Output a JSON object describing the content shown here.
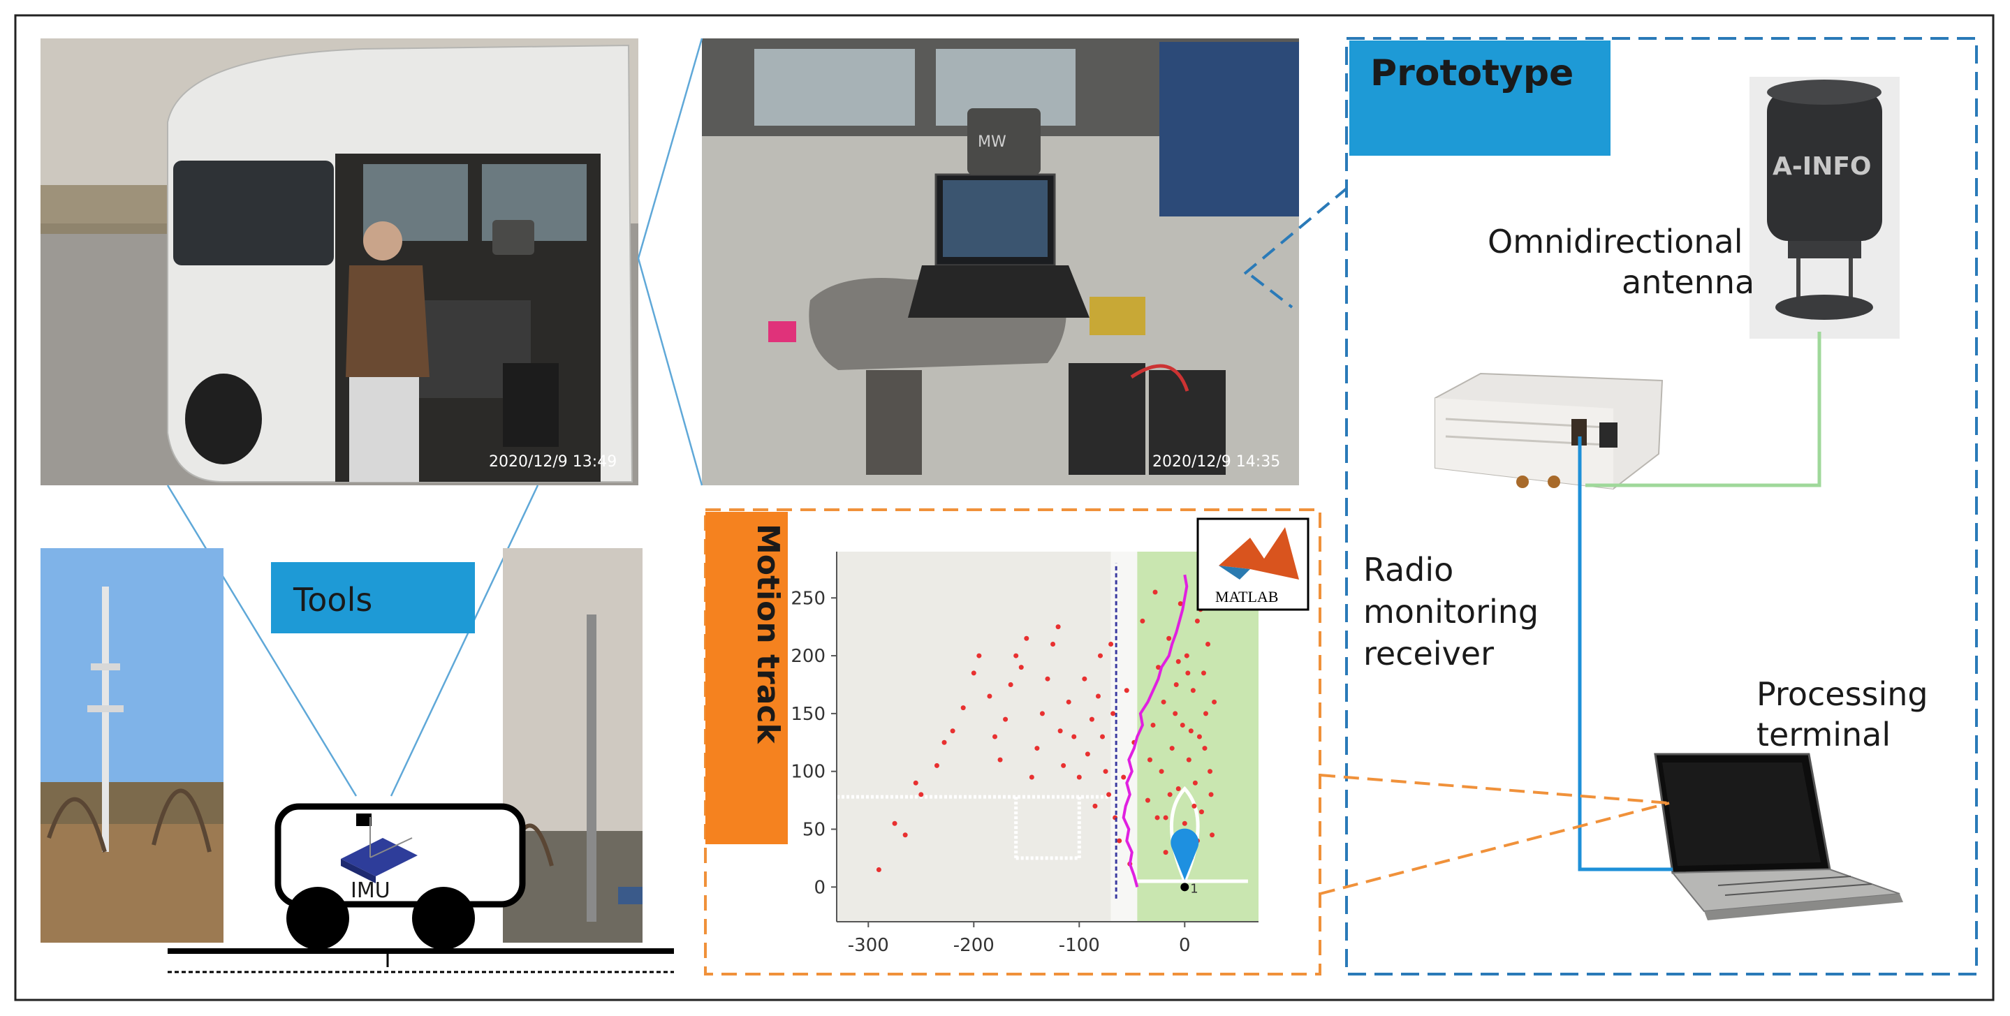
{
  "labels": {
    "prototype": "Prototype",
    "tools": "Tools",
    "motion_track": "Motion track",
    "antenna_line1": "Omnidirectional",
    "antenna_line2": "antenna",
    "receiver_line1": "Radio",
    "receiver_line2": "monitoring",
    "receiver_line3": "receiver",
    "terminal_line1": "Processing",
    "terminal_line2": "terminal",
    "imu": "IMU",
    "matlab": "MATLAB",
    "antenna_brand": "A-INFO",
    "antenna_brand_inside": "MW",
    "photo1_timestamp": "2020/12/9  13:49",
    "photo2_timestamp": "2020/12/9  14:35",
    "start_marker": "1"
  },
  "colors": {
    "prototype_fill": "#1e9ad6",
    "tools_fill": "#1e9ad6",
    "motion_fill": "#f5821f",
    "prototype_border": "#2a7ab8",
    "motion_border": "#f0913a",
    "connector_blue": "#1e90d8",
    "connector_green": "#9fd89a",
    "track_magenta": "#e020e0",
    "points_red": "#e83030",
    "reference_line": "#3a3aa0",
    "map_green": "#c9e6b0",
    "map_grey": "#ecebe6",
    "position_marker": "#1e90e0"
  },
  "chart_data": {
    "type": "scatter",
    "title": "",
    "xlabel": "",
    "ylabel": "",
    "xlim": [
      -330,
      70
    ],
    "ylim": [
      -30,
      290
    ],
    "xticks": [
      -300,
      -200,
      -100,
      0
    ],
    "yticks": [
      0,
      50,
      100,
      150,
      200,
      250
    ],
    "grid": false,
    "legend": "none",
    "series": [
      {
        "kind": "points",
        "values": [
          [
            -290,
            15
          ],
          [
            -275,
            55
          ],
          [
            -265,
            45
          ],
          [
            -255,
            90
          ],
          [
            -250,
            80
          ],
          [
            -235,
            105
          ],
          [
            -228,
            125
          ],
          [
            -220,
            135
          ],
          [
            -210,
            155
          ],
          [
            -200,
            185
          ],
          [
            -195,
            200
          ],
          [
            -185,
            165
          ],
          [
            -180,
            130
          ],
          [
            -175,
            110
          ],
          [
            -170,
            145
          ],
          [
            -165,
            175
          ],
          [
            -160,
            200
          ],
          [
            -155,
            190
          ],
          [
            -150,
            215
          ],
          [
            -145,
            95
          ],
          [
            -140,
            120
          ],
          [
            -135,
            150
          ],
          [
            -130,
            180
          ],
          [
            -125,
            210
          ],
          [
            -120,
            225
          ],
          [
            -118,
            135
          ],
          [
            -115,
            105
          ],
          [
            -110,
            160
          ],
          [
            -105,
            130
          ],
          [
            -100,
            95
          ],
          [
            -95,
            180
          ],
          [
            -92,
            115
          ],
          [
            -88,
            145
          ],
          [
            -85,
            70
          ],
          [
            -82,
            165
          ],
          [
            -80,
            200
          ],
          [
            -78,
            130
          ],
          [
            -75,
            100
          ],
          [
            -72,
            80
          ],
          [
            -70,
            210
          ],
          [
            -68,
            150
          ],
          [
            -66,
            60
          ],
          [
            -62,
            40
          ],
          [
            -58,
            95
          ],
          [
            -55,
            170
          ],
          [
            -52,
            20
          ],
          [
            -48,
            125
          ],
          [
            -40,
            230
          ],
          [
            -35,
            75
          ],
          [
            -30,
            140
          ],
          [
            -25,
            190
          ],
          [
            -22,
            100
          ],
          [
            -20,
            160
          ],
          [
            -18,
            60
          ],
          [
            -15,
            215
          ],
          [
            -12,
            120
          ],
          [
            -10,
            35
          ],
          [
            -8,
            175
          ],
          [
            -6,
            85
          ],
          [
            -4,
            245
          ],
          [
            -2,
            140
          ],
          [
            0,
            55
          ],
          [
            2,
            200
          ],
          [
            4,
            110
          ],
          [
            6,
            25
          ],
          [
            8,
            170
          ],
          [
            10,
            90
          ],
          [
            12,
            230
          ],
          [
            14,
            130
          ],
          [
            16,
            65
          ],
          [
            18,
            185
          ],
          [
            20,
            150
          ],
          [
            22,
            210
          ],
          [
            24,
            100
          ],
          [
            26,
            45
          ],
          [
            28,
            160
          ],
          [
            -28,
            255
          ],
          [
            -14,
            80
          ],
          [
            -6,
            195
          ],
          [
            6,
            135
          ],
          [
            15,
            240
          ],
          [
            -33,
            110
          ],
          [
            -18,
            30
          ],
          [
            9,
            70
          ],
          [
            19,
            120
          ],
          [
            -26,
            60
          ],
          [
            3,
            185
          ],
          [
            -9,
            150
          ],
          [
            12,
            40
          ],
          [
            25,
            80
          ]
        ]
      },
      {
        "kind": "track",
        "values": [
          [
            -45,
            0
          ],
          [
            -48,
            10
          ],
          [
            -52,
            20
          ],
          [
            -50,
            30
          ],
          [
            -55,
            40
          ],
          [
            -53,
            50
          ],
          [
            -58,
            60
          ],
          [
            -56,
            70
          ],
          [
            -52,
            80
          ],
          [
            -55,
            90
          ],
          [
            -50,
            100
          ],
          [
            -53,
            110
          ],
          [
            -48,
            120
          ],
          [
            -45,
            130
          ],
          [
            -40,
            140
          ],
          [
            -42,
            150
          ],
          [
            -35,
            160
          ],
          [
            -30,
            170
          ],
          [
            -25,
            180
          ],
          [
            -22,
            190
          ],
          [
            -15,
            200
          ],
          [
            -12,
            210
          ],
          [
            -8,
            220
          ],
          [
            -5,
            230
          ],
          [
            -2,
            240
          ],
          [
            0,
            250
          ],
          [
            2,
            260
          ],
          [
            0,
            270
          ]
        ]
      },
      {
        "kind": "reference",
        "values": [
          [
            -65,
            -10
          ],
          [
            -65,
            280
          ]
        ]
      }
    ],
    "map_regions": {
      "grey_field": [
        -330,
        -70
      ],
      "road": [
        -70,
        -45
      ],
      "green_field": [
        -45,
        70
      ]
    },
    "start_point": [
      0,
      0
    ]
  }
}
